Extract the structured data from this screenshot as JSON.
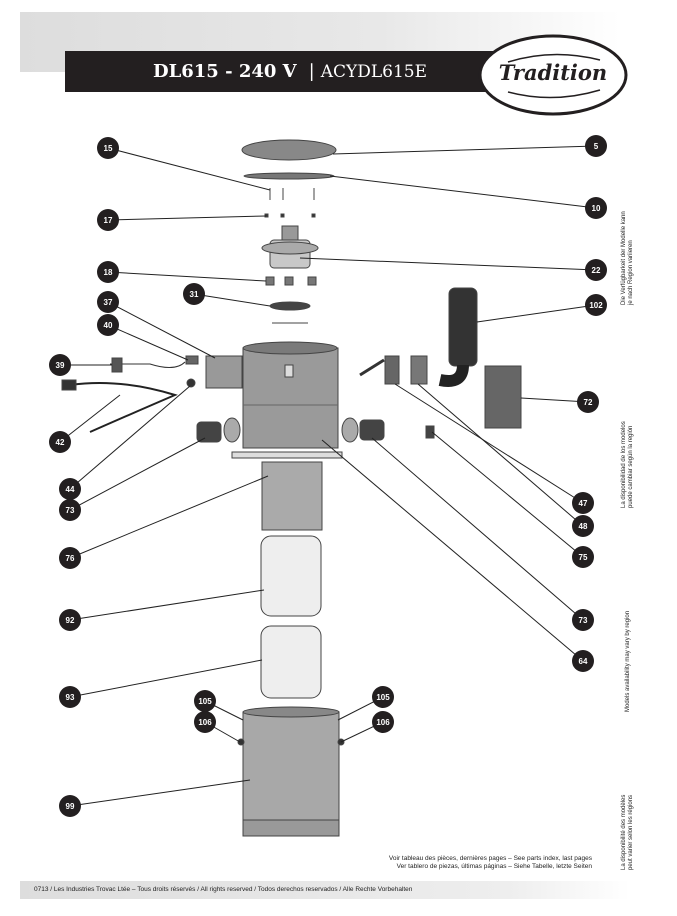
{
  "header": {
    "model": "DL615 - 240 V",
    "separator": "|",
    "part_code": "ACYDL615E",
    "brand": "Tradition"
  },
  "side_notes": {
    "german": [
      "Die Verfügbarkeit der Modelle kann",
      "je nach Region variieren"
    ],
    "spanish": [
      "La disponibilidad de los modelos",
      "puede cambiar según la región"
    ],
    "english": [
      "Models availability may vary by region"
    ],
    "french": [
      "La disponibilité des modèles",
      "peut varier selon les régions"
    ]
  },
  "parts_index_note": [
    "Voir tableau des pièces, dernières pages – See parts index, last pages",
    "Ver tablero de piezas, últimas páginas – Siehe Tabelle, letzte Seiten"
  ],
  "footer": "0713 / Les Industries Trovac Ltée – Tous droits réservés / All rights reserved / Todos derechos reservados / Alle Rechte Vorbehalten",
  "callouts": [
    "15",
    "17",
    "18",
    "31",
    "37",
    "40",
    "39",
    "42",
    "44",
    "73",
    "76",
    "92",
    "93",
    "105",
    "106",
    "99",
    "5",
    "10",
    "22",
    "102",
    "72",
    "47",
    "48",
    "75",
    "73",
    "64",
    "105",
    "106"
  ]
}
